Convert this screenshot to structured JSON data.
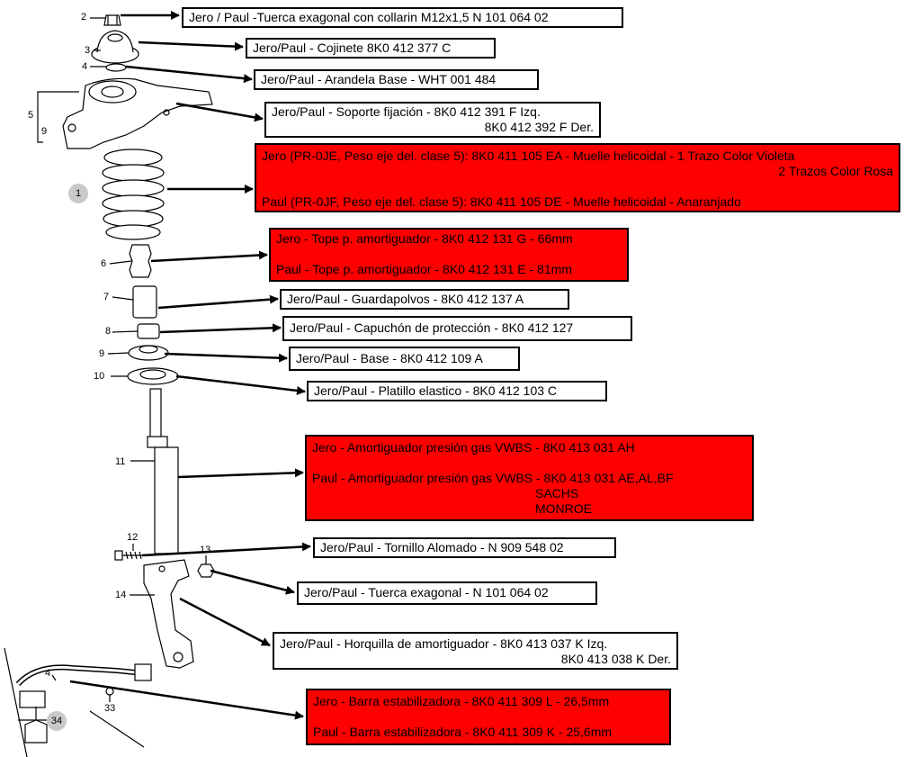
{
  "parts": [
    {
      "num": "2",
      "lines": [
        "Jero / Paul -Tuerca exagonal con collarin M12x1,5  N 101 064 02"
      ]
    },
    {
      "num": "3",
      "lines": [
        "Jero/Paul - Cojinete 8K0 412 377 C"
      ]
    },
    {
      "num": "4",
      "lines": [
        "Jero/Paul - Arandela Base - WHT 001 484"
      ]
    },
    {
      "num": "5",
      "lines": [
        "Jero/Paul - Soporte fijación - 8K0 412 391 F Izq.",
        "8K0 412 392 F Der."
      ]
    },
    {
      "num": "1",
      "lines": [
        "Jero (PR-0JE, Peso eje del. clase 5): 8K0 411 105 EA - Muelle helicoidal - 1 Trazo Color Violeta",
        "2 Trazos Color Rosa",
        "",
        "Paul (PR-0JF, Peso eje del. clase 5): 8K0 411 105 DE - Muelle helicoidal - Anaranjado"
      ]
    },
    {
      "num": "6",
      "lines": [
        "Jero - Tope p. amortiguador - 8K0 412 131 G - 66mm",
        "",
        "Paul - Tope p. amortiguador - 8K0 412 131 E - 81mm"
      ]
    },
    {
      "num": "7",
      "lines": [
        "Jero/Paul - Guardapolvos - 8K0 412 137 A"
      ]
    },
    {
      "num": "8",
      "lines": [
        "Jero/Paul - Capuchón de protección - 8K0 412 127"
      ]
    },
    {
      "num": "9",
      "lines": [
        "Jero/Paul - Base - 8K0 412 109 A"
      ]
    },
    {
      "num": "10",
      "lines": [
        "Jero/Paul - Platillo elastico - 8K0 412 103 C"
      ]
    },
    {
      "num": "11",
      "lines": [
        "Jero - Amortiguador presión gas VWBS - 8K0 413 031 AH",
        "",
        "Paul - Amortiguador presión gas VWBS - 8K0 413 031 AE,AL,BF",
        "SACHS",
        "MONROE"
      ]
    },
    {
      "num": "12",
      "lines": [
        "Jero/Paul - Tornillo Alomado - N 909 548 02"
      ]
    },
    {
      "num": "13",
      "lines": [
        "Jero/Paul - Tuerca exagonal - N 101 064 02"
      ]
    },
    {
      "num": "14",
      "lines": [
        "Jero/Paul - Horquilla de amortiguador - 8K0 413 037 K Izq.",
        "8K0 413 038 K Der."
      ]
    },
    {
      "num": "34",
      "lines": [
        "Jero - Barra estabilizadora - 8K0 411 309 L - 26,5mm",
        "",
        "Paul - Barra estabilizadora - 8K0 411 309 K - 25,6mm"
      ]
    }
  ],
  "diagram_labels": {
    "extra_4": "4",
    "extra_33": "33"
  },
  "colors": {
    "highlight": "#ff0000",
    "normal": "#ffffff",
    "border": "#000000"
  }
}
